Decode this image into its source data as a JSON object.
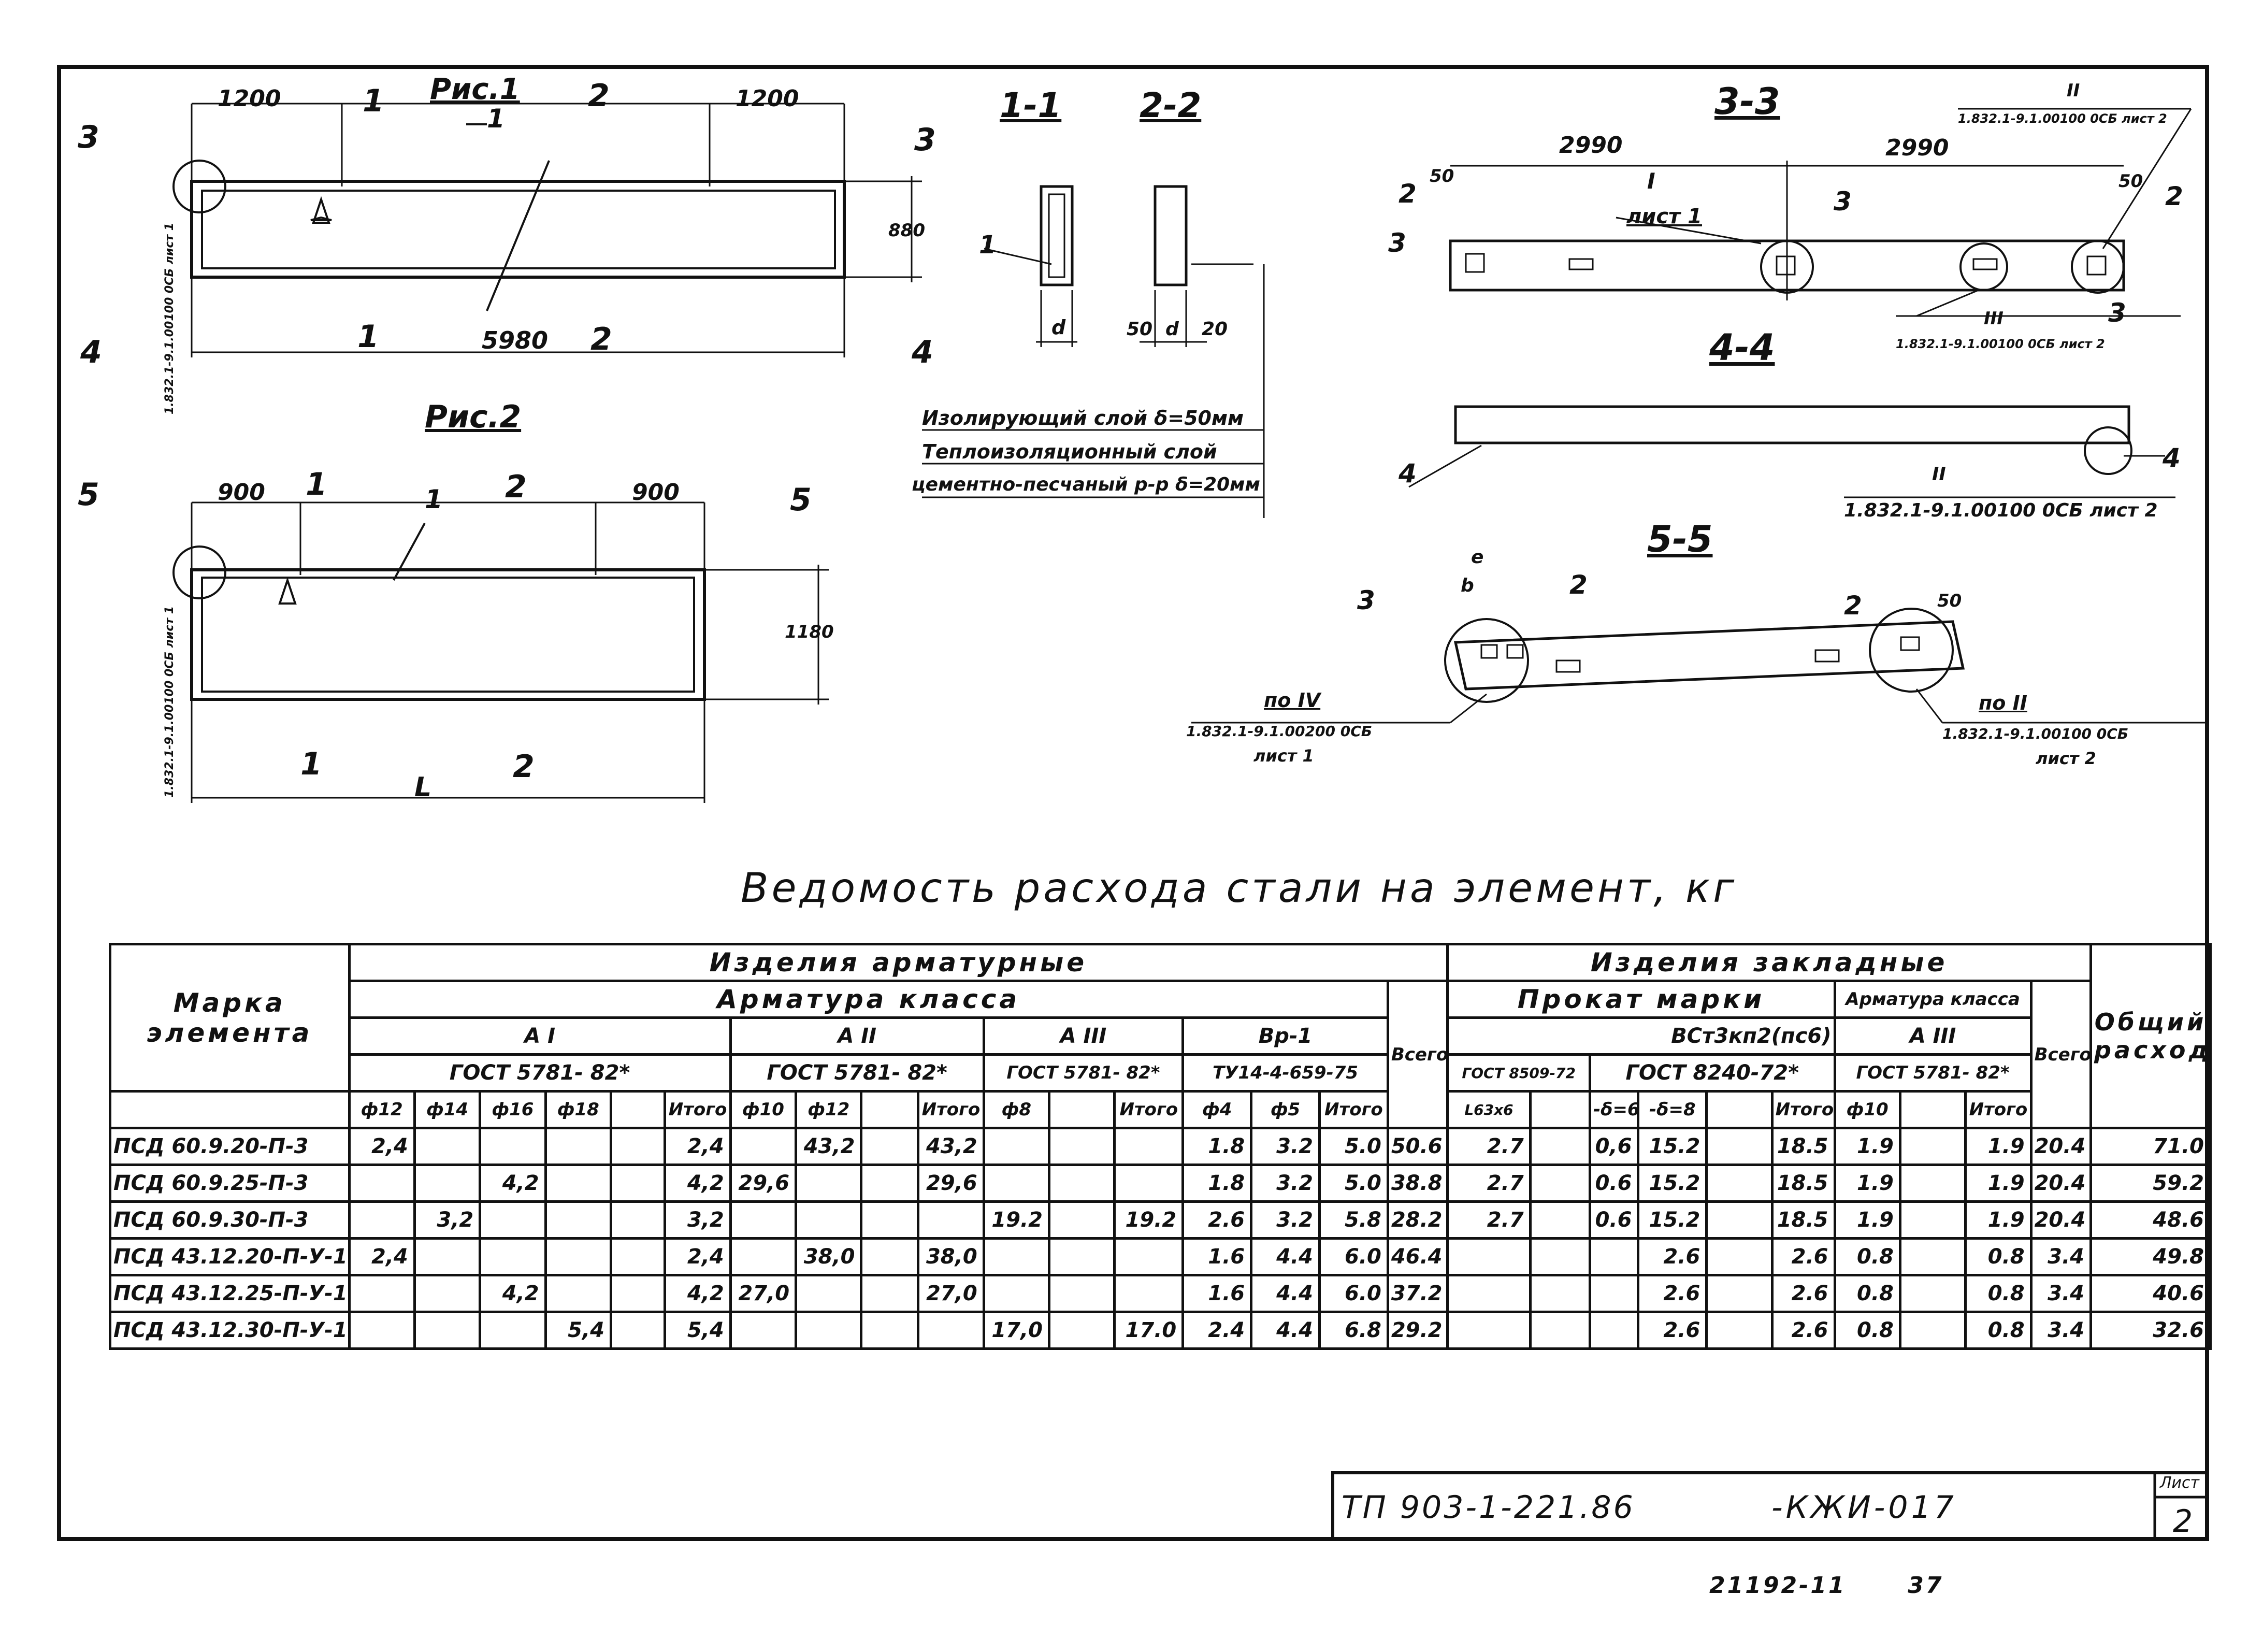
{
  "drawing": {
    "fig1": {
      "title": "Рис.1",
      "dim_left": "1200",
      "dim_right": "1200",
      "dim_length": "5980",
      "dim_height": "880",
      "pos1": "1",
      "cut1": "1",
      "cut2": "2",
      "cut3": "3",
      "cut4": "4",
      "ref": "1.832.1-9.1.00100 0СБ лист 1"
    },
    "fig2": {
      "title": "Рис.2",
      "dim_left": "900",
      "dim_right": "900",
      "dim_length": "L",
      "dim_height": "1180",
      "pos1": "1",
      "cut5": "5",
      "ref": "1.832.1-9.1.00100 0СБ лист 1"
    },
    "sections": {
      "s11": "1-1",
      "s22": "2-2",
      "d1": "d",
      "d2_a": "50",
      "d2_b": "d",
      "d2_c": "20",
      "pos1": "1",
      "layer1": "Изолирующий слой δ=50мм",
      "layer2": "Теплоизоляционный слой",
      "layer3": "цементно-песчаный р-р δ=20мм"
    },
    "section33": {
      "title": "3-3",
      "dim_a": "2990",
      "dim_b": "2990",
      "dim_50a": "50",
      "dim_50b": "50",
      "node1": "I",
      "node1_ref": "лист 1",
      "node2": "II",
      "node2_ref": "1.832.1-9.1.00100 0СБ лист 2",
      "node3": "III",
      "node3_ref": "1.832.1-9.1.00100 0СБ лист 2",
      "p2a": "2",
      "p2b": "2",
      "p3a": "3",
      "p3b": "3",
      "p3c": "3"
    },
    "section44": {
      "title": "4-4",
      "p4a": "4",
      "p4b": "4",
      "node": "II",
      "node_ref": "1.832.1-9.1.00100 0СБ лист 2"
    },
    "section55": {
      "title": "5-5",
      "dim_e": "e",
      "dim_b": "b",
      "dim_50": "50",
      "p3": "3",
      "p2a": "2",
      "p2b": "2",
      "ref_left_pre": "по IV",
      "ref_left": "1.832.1-9.1.00200 0СБ",
      "ref_left_sheet": "лист 1",
      "ref_right_pre": "по II",
      "ref_right": "1.832.1-9.1.00100 0СБ",
      "ref_right_sheet": "лист 2"
    }
  },
  "sheet_title": "Ведомость расхода стали на элемент, кг",
  "table": {
    "h_mark": "Марка элемента",
    "h_arm": "Изделия арматурные",
    "h_arm_class": "Арматура класса",
    "h_emb": "Изделия закладные",
    "h_prokat": "Прокат марки",
    "h_emb_arm": "Арматура класса",
    "h_total_arm": "Всего",
    "h_total_emb": "Всего",
    "h_grand": "Общий расход",
    "h_a1": "А I",
    "h_a2": "А II",
    "h_a3": "А III",
    "h_bp1": "Вр-1",
    "h_vst": "ВСт3кп2(пс6)",
    "h_emb_a3": "А III",
    "g_a1": "ГОСТ 5781- 82*",
    "g_a2": "ГОСТ 5781- 82*",
    "g_a3": "ГОСТ 5781- 82*",
    "g_bp1": "ТУ14-4-659-75",
    "g_p1": "ГОСТ 8509-72",
    "g_p2": "ГОСТ 8240-72*",
    "g_ea3": "ГОСТ 5781- 82*",
    "sub": [
      "ф12",
      "ф14",
      "ф16",
      "ф18",
      "",
      "Итого",
      "ф10",
      "ф12",
      "",
      "Итого",
      "ф8",
      "",
      "Итого",
      "ф4",
      "ф5",
      "Итого",
      "L63х6",
      "",
      "-δ=6",
      "-δ=8",
      "",
      "Итого",
      "ф10",
      "",
      "Итого"
    ],
    "rows": [
      {
        "mark": "ПСД 60.9.20-П-3",
        "c": [
          "2,4",
          "",
          "",
          "",
          "",
          "2,4",
          "",
          "43,2",
          "",
          "43,2",
          "",
          "",
          "",
          "1.8",
          "3.2",
          "5.0",
          "50.6",
          "2.7",
          "",
          "0,6",
          "15.2",
          "",
          "18.5",
          "1.9",
          "",
          "1.9",
          "20.4",
          "71.0"
        ]
      },
      {
        "mark": "ПСД 60.9.25-П-3",
        "c": [
          "",
          "",
          "4,2",
          "",
          "",
          "4,2",
          "29,6",
          "",
          "",
          "29,6",
          "",
          "",
          "",
          "1.8",
          "3.2",
          "5.0",
          "38.8",
          "2.7",
          "",
          "0.6",
          "15.2",
          "",
          "18.5",
          "1.9",
          "",
          "1.9",
          "20.4",
          "59.2"
        ]
      },
      {
        "mark": "ПСД 60.9.30-П-3",
        "c": [
          "",
          "3,2",
          "",
          "",
          "",
          "3,2",
          "",
          "",
          "",
          "",
          "19.2",
          "",
          "19.2",
          "2.6",
          "3.2",
          "5.8",
          "28.2",
          "2.7",
          "",
          "0.6",
          "15.2",
          "",
          "18.5",
          "1.9",
          "",
          "1.9",
          "20.4",
          "48.6"
        ]
      },
      {
        "mark": "ПСД 43.12.20-П-У-1",
        "c": [
          "2,4",
          "",
          "",
          "",
          "",
          "2,4",
          "",
          "38,0",
          "",
          "38,0",
          "",
          "",
          "",
          "1.6",
          "4.4",
          "6.0",
          "46.4",
          "",
          "",
          "",
          "2.6",
          "",
          "2.6",
          "0.8",
          "",
          "0.8",
          "3.4",
          "49.8"
        ]
      },
      {
        "mark": "ПСД 43.12.25-П-У-1",
        "c": [
          "",
          "",
          "4,2",
          "",
          "",
          "4,2",
          "27,0",
          "",
          "",
          "27,0",
          "",
          "",
          "",
          "1.6",
          "4.4",
          "6.0",
          "37.2",
          "",
          "",
          "",
          "2.6",
          "",
          "2.6",
          "0.8",
          "",
          "0.8",
          "3.4",
          "40.6"
        ]
      },
      {
        "mark": "ПСД 43.12.30-П-У-1",
        "c": [
          "",
          "",
          "",
          "5,4",
          "",
          "5,4",
          "",
          "",
          "",
          "",
          "17,0",
          "",
          "17.0",
          "2.4",
          "4.4",
          "6.8",
          "29.2",
          "",
          "",
          "",
          "2.6",
          "",
          "2.6",
          "0.8",
          "",
          "0.8",
          "3.4",
          "32.6"
        ]
      }
    ]
  },
  "stamp": {
    "code": "ТП 903-1-221.86",
    "doc": "-КЖИ-017",
    "sheet_label": "Лист",
    "sheet_no": "2"
  },
  "footer": {
    "archive": "21192-11",
    "page": "37"
  }
}
